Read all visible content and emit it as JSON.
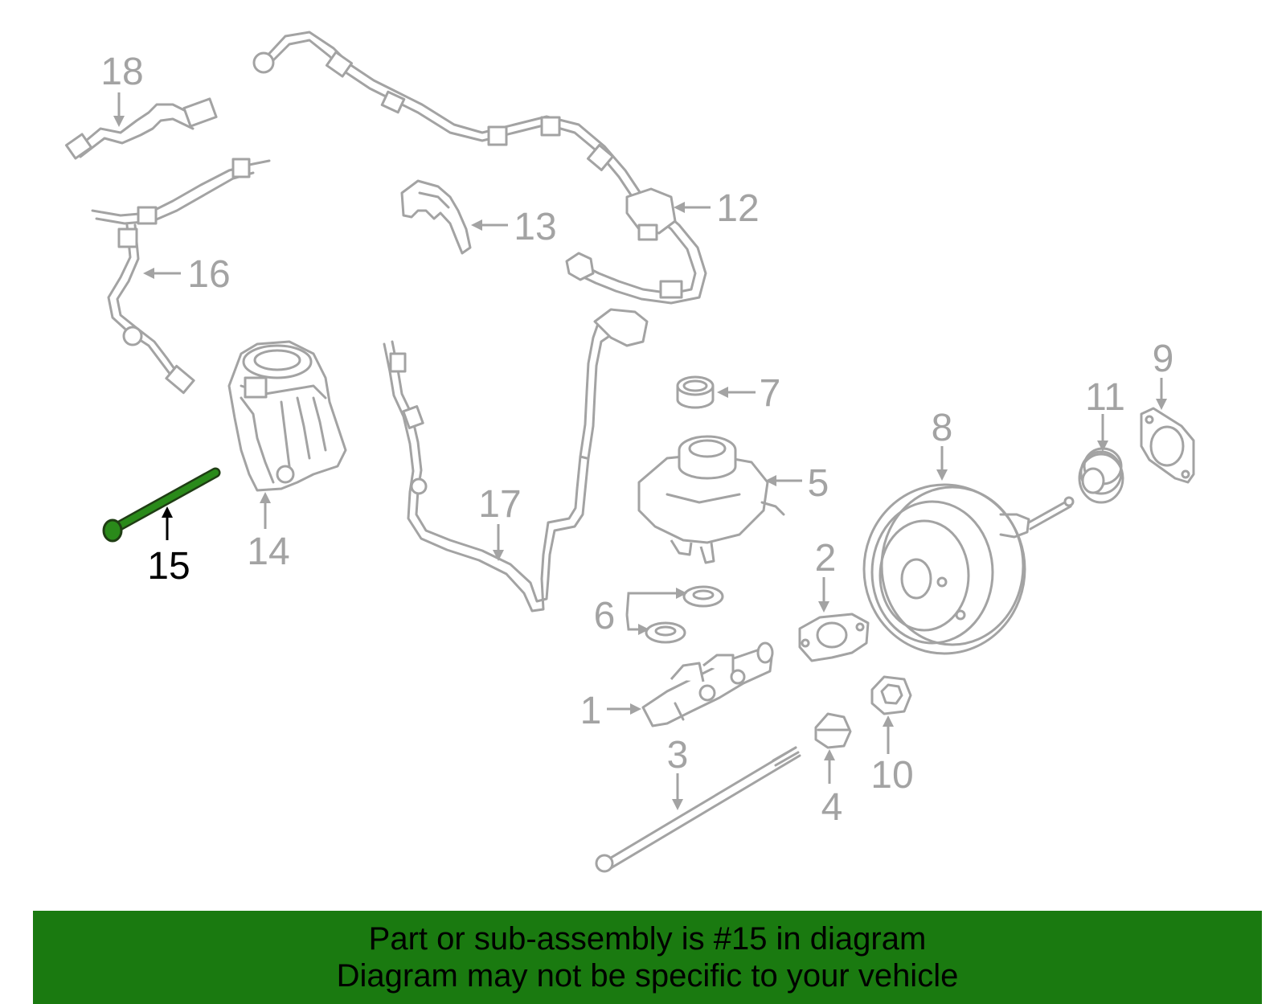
{
  "diagram": {
    "highlighted_part": "15",
    "highlight_color": "#2a8a1a",
    "part_color": "#a3a3a3",
    "callouts": {
      "c1": "1",
      "c2": "2",
      "c3": "3",
      "c4": "4",
      "c5": "5",
      "c6": "6",
      "c7": "7",
      "c8": "8",
      "c9": "9",
      "c10": "10",
      "c11": "11",
      "c12": "12",
      "c13": "13",
      "c14": "14",
      "c15": "15",
      "c16": "16",
      "c17": "17",
      "c18": "18"
    }
  },
  "banner": {
    "line1": "Part or sub-assembly is #15 in diagram",
    "line2": "Diagram may not be specific to your vehicle",
    "background": "#1a7a10"
  }
}
